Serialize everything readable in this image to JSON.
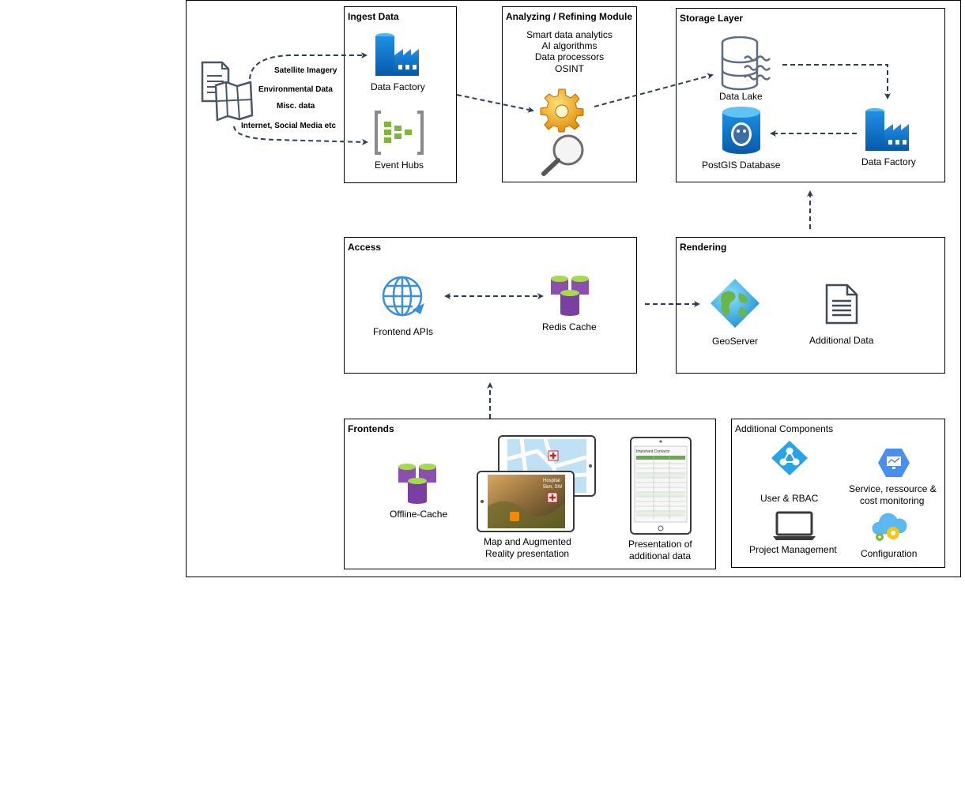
{
  "sources": {
    "satellite": "Satellite Imagery",
    "environmental": "Environmental Data",
    "misc": "Misc. data",
    "internet": "Internet, Social Media etc"
  },
  "ingest": {
    "title": "Ingest Data",
    "data_factory": "Data Factory",
    "event_hubs": "Event Hubs"
  },
  "analyzing": {
    "title": "Analyzing / Refining Module",
    "lines": [
      "Smart data analytics",
      "AI algorithms",
      "Data processors",
      "OSINT"
    ]
  },
  "storage": {
    "title": "Storage Layer",
    "data_lake": "Data Lake",
    "postgis": "PostGIS Database",
    "data_factory": "Data Factory"
  },
  "access": {
    "title": "Access",
    "frontend_apis": "Frontend APIs",
    "redis_cache": "Redis Cache"
  },
  "rendering": {
    "title": "Rendering",
    "geoserver": "GeoServer",
    "additional_data": "Additional Data"
  },
  "frontends": {
    "title": "Frontends",
    "offline_cache": "Offline-Cache",
    "map_ar_1": "Map and Augmented",
    "map_ar_2": "Reality presentation",
    "presentation_1": "Presentation of",
    "presentation_2": "additional data",
    "overlay_1": "Hospital",
    "overlay_2": "5km, SW",
    "tablet_header": "Important Contacts"
  },
  "additional": {
    "title": "Additional Components",
    "user_rbac": "User & RBAC",
    "service_1": "Service, ressource &",
    "service_2": "cost monitoring",
    "project_mgmt": "Project Management",
    "configuration": "Configuration"
  },
  "colors": {
    "azure_blue": "#0a6ec8",
    "arrow": "#2f3e50",
    "purple": "#8a4fb0",
    "green": "#7ab73a"
  }
}
